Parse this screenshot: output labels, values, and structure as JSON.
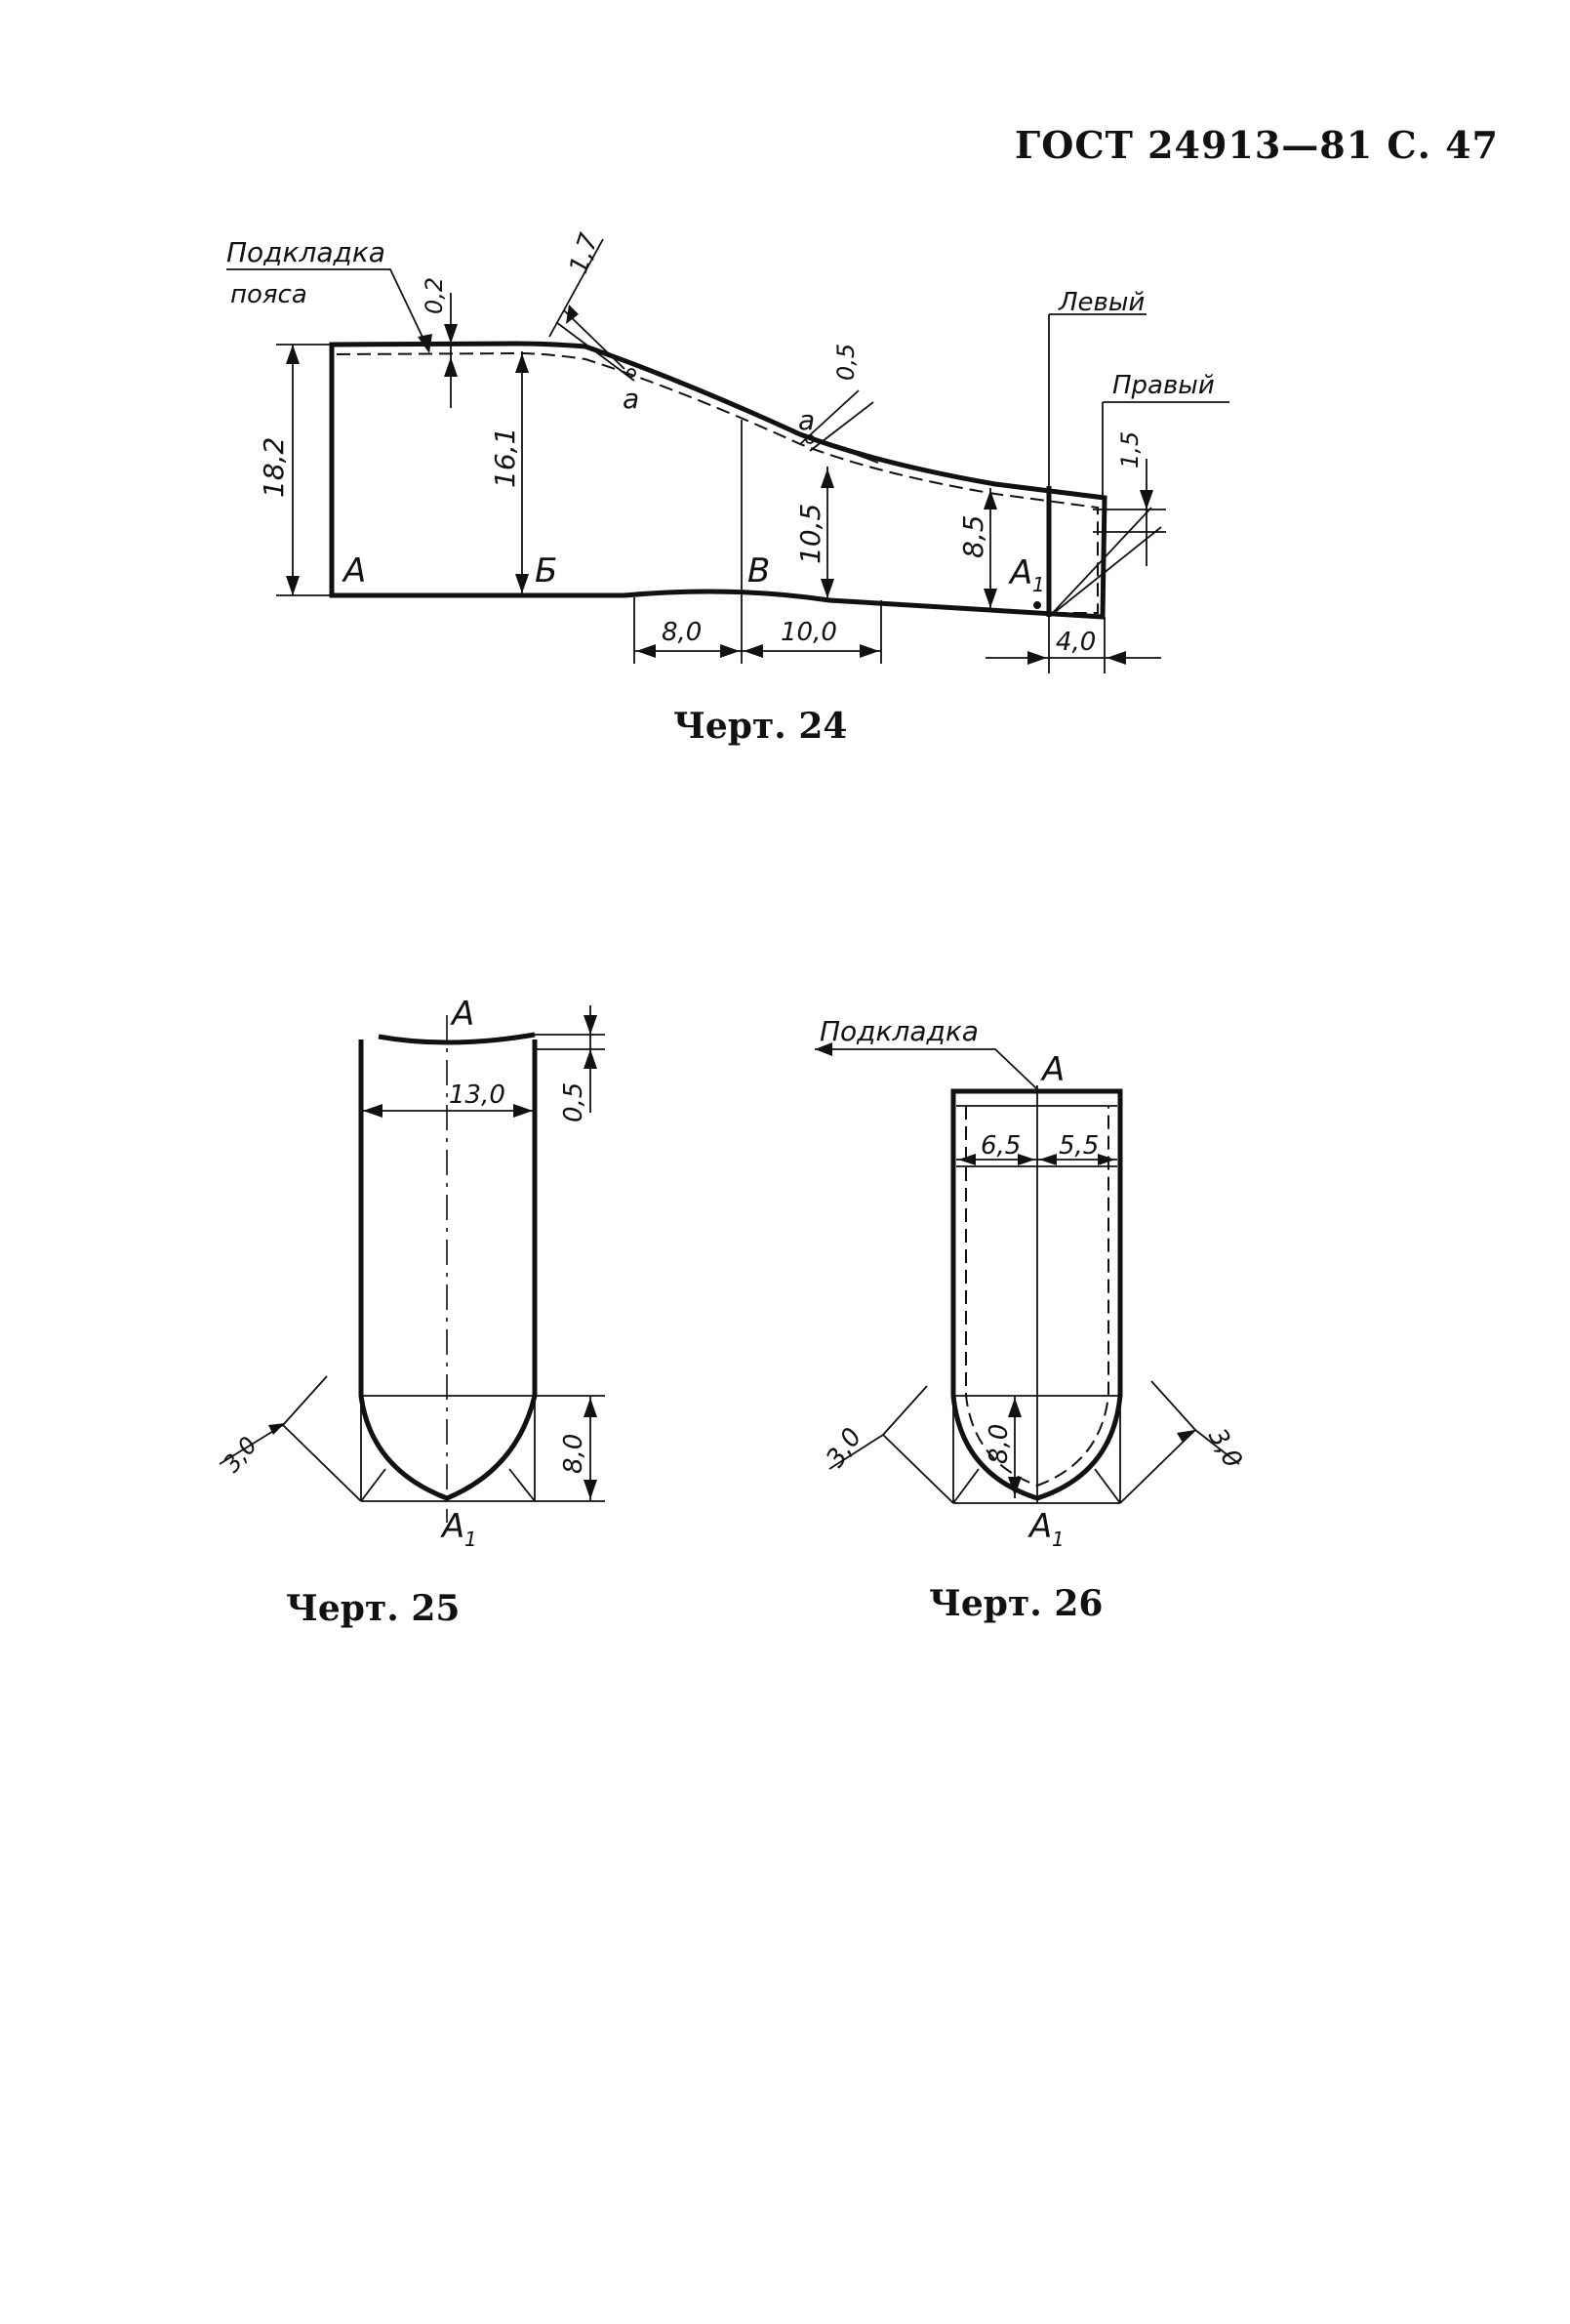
{
  "header": "ГОСТ 24913—81 С. 47",
  "figure24": {
    "caption": "Черт. 24",
    "label_lining": "Подкладка",
    "label_lining2": "пояса",
    "label_left": "Левый",
    "label_right": "Правый",
    "points": {
      "a": "А",
      "b": "Б",
      "v": "В",
      "a1": "А",
      "a1_sub": "1",
      "pt_a": "а",
      "pt_a2": "а"
    },
    "dims": {
      "d18_2": "18,2",
      "d16_1": "16,1",
      "d10_5": "10,5",
      "d8_5": "8,5",
      "d0_2": "0,2",
      "d1_7": "1,7",
      "d0_5": "0,5",
      "d1_5": "1,5",
      "d8_0": "8,0",
      "d10_0": "10,0",
      "d4_0": "4,0"
    }
  },
  "figure25": {
    "caption": "Черт. 25",
    "points": {
      "a": "А",
      "a1": "А",
      "a1_sub": "1"
    },
    "dims": {
      "d13_0": "13,0",
      "d0_5": "0,5",
      "d8_0": "8,0",
      "d3_0": "3,0"
    }
  },
  "figure26": {
    "caption": "Черт. 26",
    "label_lining": "Подкладка",
    "points": {
      "a": "А",
      "a1": "А",
      "a1_sub": "1"
    },
    "dims": {
      "d6_5": "6,5",
      "d5_5": "5,5",
      "d8_0": "8,0",
      "d3_0_left": "3,0",
      "d3_0_right": "3,0"
    }
  }
}
